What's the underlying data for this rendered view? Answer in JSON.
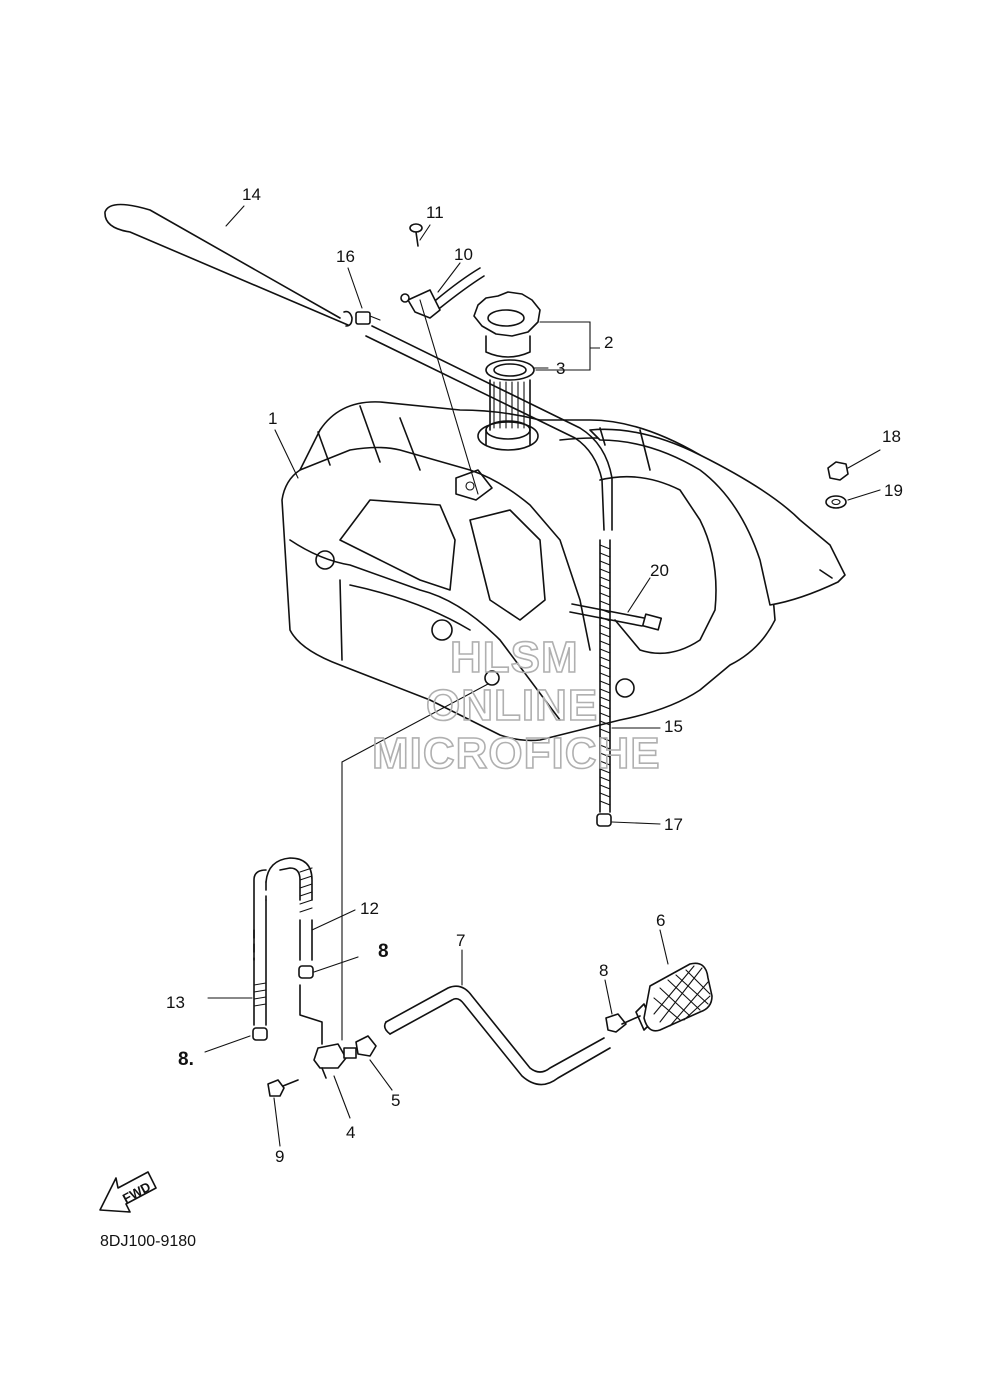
{
  "diagram": {
    "part_code": "8DJ100-9180",
    "fwd_label": "FWD",
    "watermark": [
      "HLSM",
      "ONLINE",
      "MICROFICHE"
    ],
    "callouts": {
      "c1": "1",
      "c2": "2",
      "c3": "3",
      "c4": "4",
      "c5": "5",
      "c6": "6",
      "c7": "7",
      "c8a": "8",
      "c8b": "8",
      "c8c": "8.",
      "c9": "9",
      "c10": "10",
      "c11": "11",
      "c12": "12",
      "c13": "13",
      "c14": "14",
      "c15": "15",
      "c16": "16",
      "c17": "17",
      "c18": "18",
      "c19": "19",
      "c20": "20"
    }
  }
}
